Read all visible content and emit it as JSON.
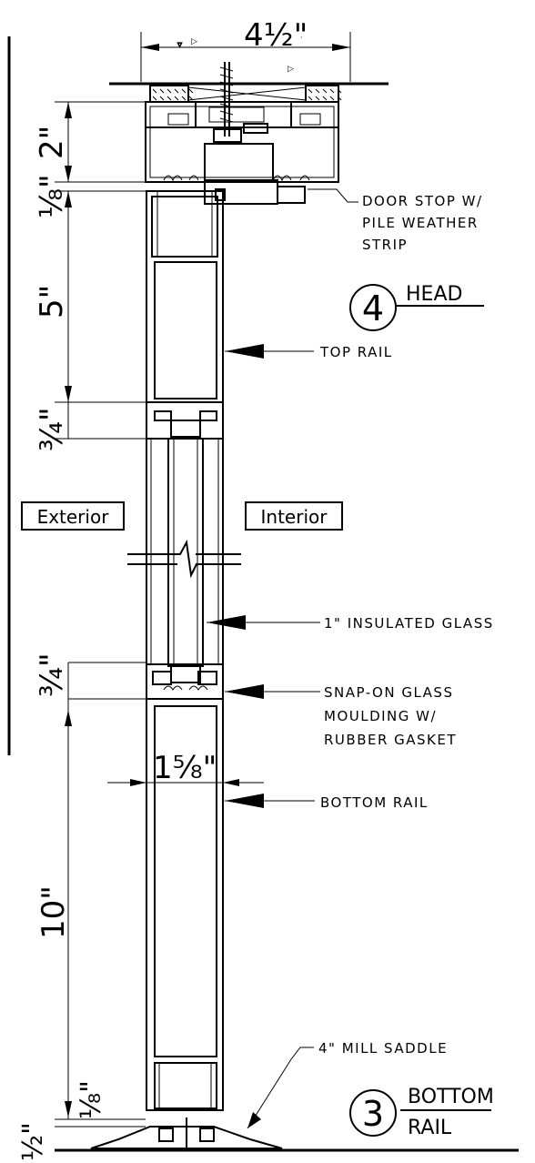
{
  "dimensions": {
    "top_width": "4½\"",
    "head_height": "2\"",
    "gap_eighth_top": "⅛\"",
    "top_rail_height": "5\"",
    "glass_upper": "¾\"",
    "glass_lower": "¾\"",
    "stile_width": "1⅝\"",
    "bottom_rail_height": "10\"",
    "gap_eighth_bottom": "⅛\"",
    "saddle_height": "½\""
  },
  "labels": {
    "exterior": "Exterior",
    "interior": "Interior"
  },
  "callouts": {
    "door_stop": [
      "DOOR STOP W/",
      "PILE WEATHER",
      "STRIP"
    ],
    "top_rail": "TOP RAIL",
    "insulated_glass": "1\" INSULATED GLASS",
    "snap_on": [
      "SNAP-ON GLASS",
      "MOULDING W/",
      "RUBBER GASKET"
    ],
    "bottom_rail": "BOTTOM RAIL",
    "mill_saddle": "4\" MILL SADDLE"
  },
  "detail_tags": [
    {
      "number": "4",
      "title": "HEAD"
    },
    {
      "number": "3",
      "title": "BOTTOM",
      "subtitle": "RAIL"
    }
  ]
}
